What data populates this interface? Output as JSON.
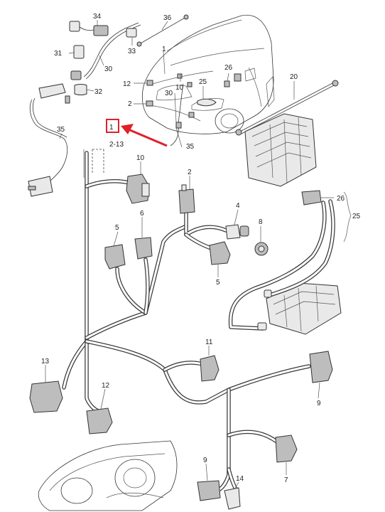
{
  "callouts": {
    "c1_main": "1",
    "c1_range": "2-13",
    "c2_top": "2",
    "c2_car": "2",
    "c4": "4",
    "c5_left": "5",
    "c5_right": "5",
    "c6": "6",
    "c7": "7",
    "c8": "8",
    "c9_right": "9",
    "c9_bottom": "9",
    "c10_top": "10",
    "c10_car": "10",
    "c11": "11",
    "c12_car": "12",
    "c12_bottom": "12",
    "c13": "13",
    "c14": "14",
    "c20": "20",
    "c25_car": "25",
    "c25_right": "25",
    "c26_car": "26",
    "c26_right": "26",
    "c30_top": "30",
    "c30_car": "30",
    "c31": "31",
    "c32": "32",
    "c33": "33",
    "c34": "34",
    "c35_left": "35",
    "c35_car": "35",
    "c36": "36"
  },
  "colors": {
    "highlight": "#e0202a",
    "line": "#333333",
    "part_fill": "#e9e9e9"
  }
}
